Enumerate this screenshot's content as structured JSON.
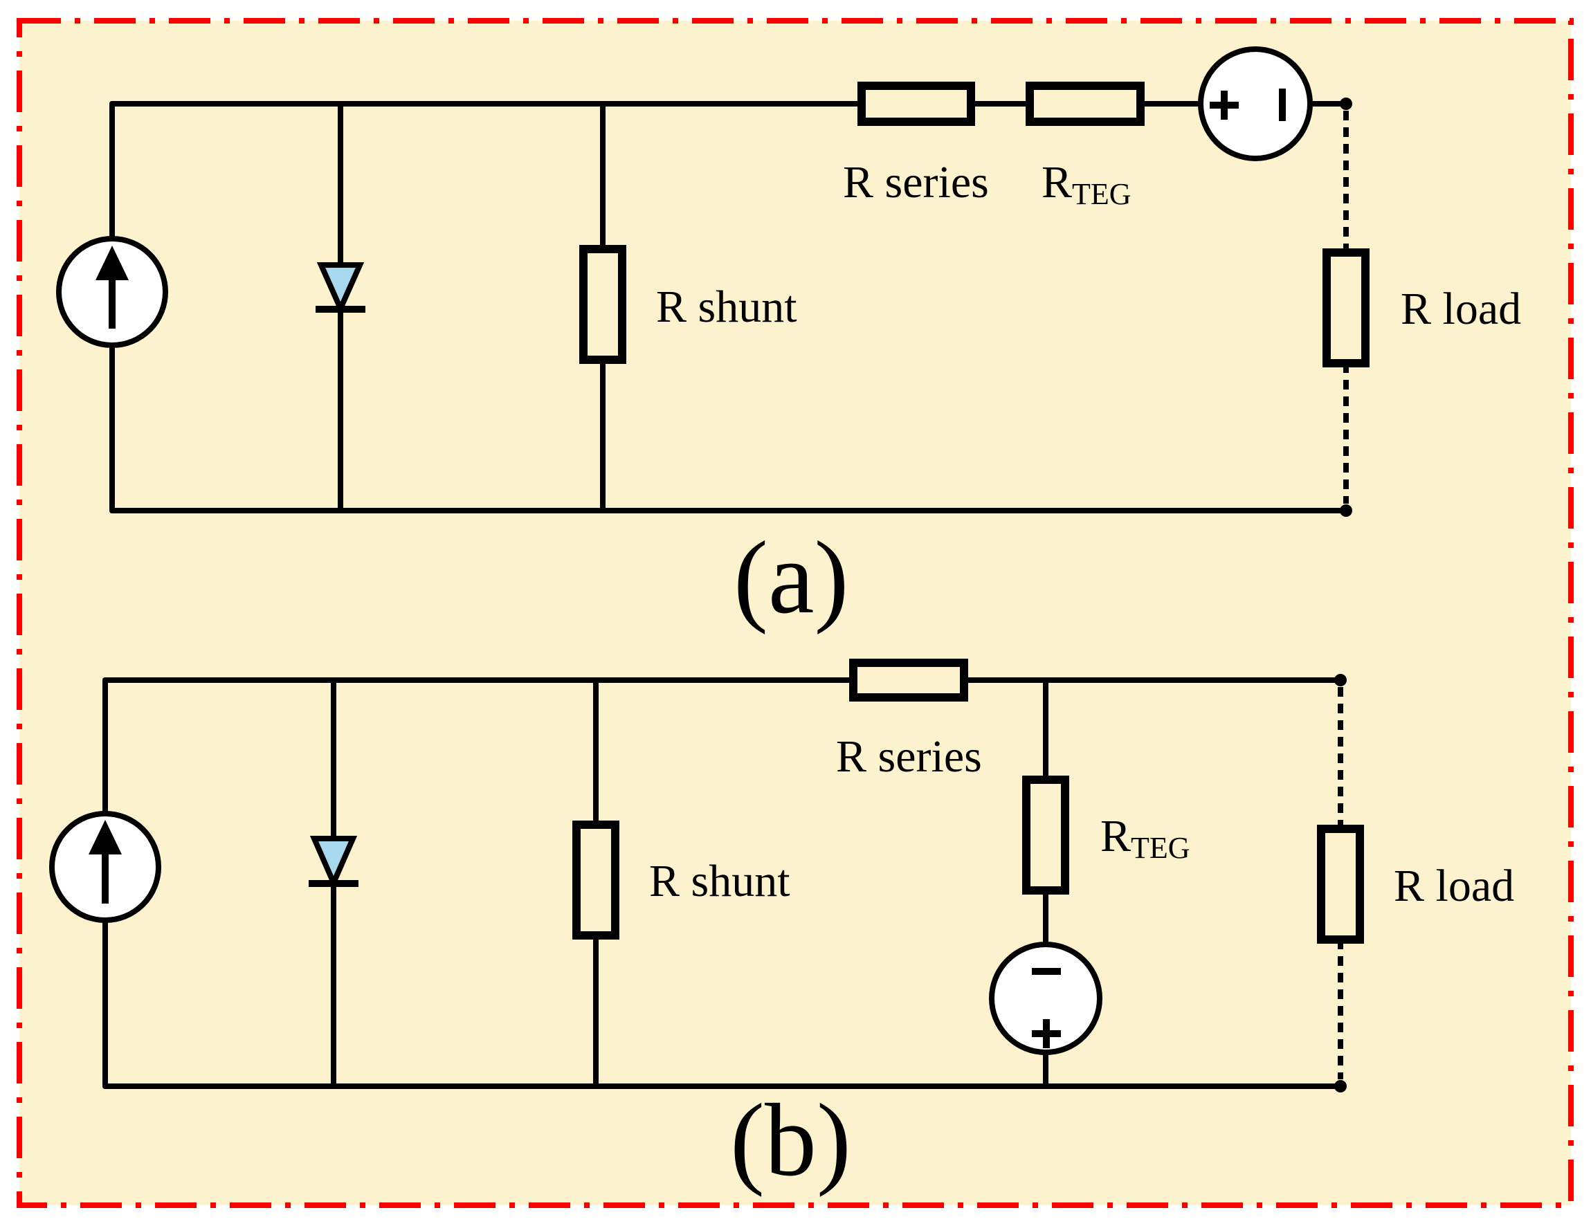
{
  "colors": {
    "panel_background": "#fdf2ce",
    "border": "#ff0000",
    "diode_fill": "#a8d8ee",
    "ink": "#000000"
  },
  "circuit_a": {
    "caption": "(a)",
    "r_series": "R series",
    "r_teg_main": "R",
    "r_teg_sub": "TEG",
    "r_shunt": "R shunt",
    "r_load": "R load",
    "source_plus": "+",
    "source_minus": "−"
  },
  "circuit_b": {
    "caption": "(b)",
    "r_series": "R series",
    "r_teg_main": "R",
    "r_teg_sub": "TEG",
    "r_shunt": "R shunt",
    "r_load": "R load",
    "source_plus": "+",
    "source_minus": "−"
  },
  "icons": [
    "current-source-icon",
    "diode-icon",
    "resistor-icon",
    "voltage-source-icon"
  ]
}
